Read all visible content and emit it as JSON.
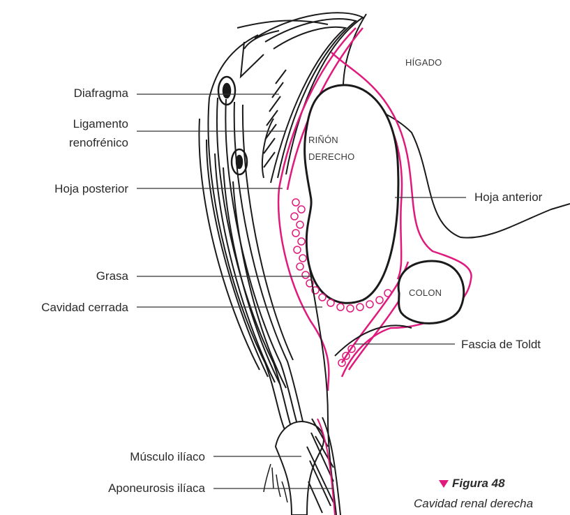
{
  "labels_left": {
    "diafragma": "Diafragma",
    "ligamento_line1": "Ligamento",
    "ligamento_line2": "renofrénico",
    "hoja_posterior": "Hoja posterior",
    "grasa": "Grasa",
    "cavidad_cerrada": "Cavidad cerrada",
    "musculo_iliaco": "Músculo ilíaco",
    "aponeurosis_iliaca": "Aponeurosis ilíaca"
  },
  "labels_right": {
    "hoja_anterior": "Hoja anterior",
    "fascia_toldt": "Fascia de Toldt"
  },
  "organs": {
    "higado": "HÍGADO",
    "rinon_line1": "RIÑÓN",
    "rinon_line2": "DERECHO",
    "colon": "COLON"
  },
  "caption": {
    "title": "Figura 48",
    "text": "Cavidad renal derecha"
  },
  "colors": {
    "fascia": "#e0197d",
    "outline": "#1a1a1a",
    "leader": "#333333",
    "marker": "#e0197d"
  }
}
